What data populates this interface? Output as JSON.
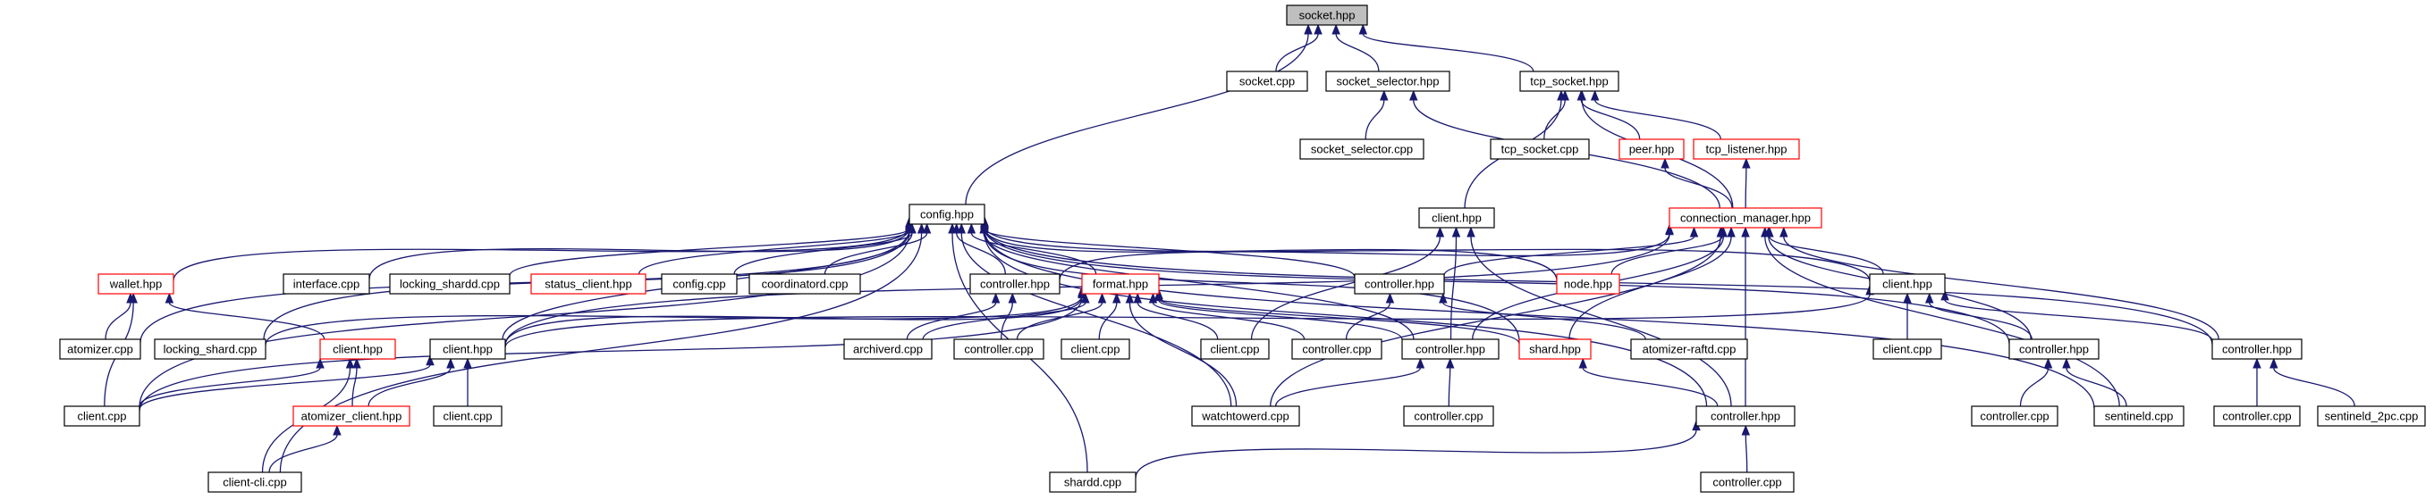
{
  "graph": {
    "nodes": [
      {
        "id": "socket_hpp",
        "label": "socket.hpp",
        "style": "root"
      },
      {
        "id": "socket_cpp",
        "label": "socket.cpp",
        "style": "normal"
      },
      {
        "id": "socket_selector_hpp",
        "label": "socket_selector.hpp",
        "style": "normal"
      },
      {
        "id": "tcp_socket_hpp",
        "label": "tcp_socket.hpp",
        "style": "normal"
      },
      {
        "id": "socket_selector_cpp",
        "label": "socket_selector.cpp",
        "style": "normal"
      },
      {
        "id": "tcp_socket_cpp",
        "label": "tcp_socket.cpp",
        "style": "normal"
      },
      {
        "id": "peer_hpp",
        "label": "peer.hpp",
        "style": "red"
      },
      {
        "id": "tcp_listener_hpp",
        "label": "tcp_listener.hpp",
        "style": "red"
      },
      {
        "id": "config_hpp",
        "label": "config.hpp",
        "style": "normal"
      },
      {
        "id": "client_hpp_top",
        "label": "client.hpp",
        "style": "normal"
      },
      {
        "id": "connection_manager_hpp",
        "label": "connection_manager.hpp",
        "style": "red"
      },
      {
        "id": "wallet_hpp",
        "label": "wallet.hpp",
        "style": "red"
      },
      {
        "id": "interface_cpp",
        "label": "interface.cpp",
        "style": "normal"
      },
      {
        "id": "locking_shardd_cpp",
        "label": "locking_shardd.cpp",
        "style": "normal"
      },
      {
        "id": "status_client_hpp",
        "label": "status_client.hpp",
        "style": "red"
      },
      {
        "id": "config_cpp",
        "label": "config.cpp",
        "style": "normal"
      },
      {
        "id": "coordinatord_cpp",
        "label": "coordinatord.cpp",
        "style": "normal"
      },
      {
        "id": "controller_hpp_a",
        "label": "controller.hpp",
        "style": "normal"
      },
      {
        "id": "format_hpp",
        "label": "format.hpp",
        "style": "red"
      },
      {
        "id": "controller_hpp_b",
        "label": "controller.hpp",
        "style": "normal"
      },
      {
        "id": "node_hpp",
        "label": "node.hpp",
        "style": "red"
      },
      {
        "id": "client_hpp_right",
        "label": "client.hpp",
        "style": "normal"
      },
      {
        "id": "atomizer_cpp",
        "label": "atomizer.cpp",
        "style": "normal"
      },
      {
        "id": "locking_shard_cpp",
        "label": "locking_shard.cpp",
        "style": "normal"
      },
      {
        "id": "client_hpp_red",
        "label": "client.hpp",
        "style": "red"
      },
      {
        "id": "client_hpp_mid",
        "label": "client.hpp",
        "style": "normal"
      },
      {
        "id": "archiverd_cpp",
        "label": "archiverd.cpp",
        "style": "normal"
      },
      {
        "id": "controller_cpp_a",
        "label": "controller.cpp",
        "style": "normal"
      },
      {
        "id": "client_cpp_a",
        "label": "client.cpp",
        "style": "normal"
      },
      {
        "id": "client_cpp_b",
        "label": "client.cpp",
        "style": "normal"
      },
      {
        "id": "controller_cpp_b",
        "label": "controller.cpp",
        "style": "normal"
      },
      {
        "id": "controller_hpp_c",
        "label": "controller.hpp",
        "style": "normal"
      },
      {
        "id": "shard_hpp",
        "label": "shard.hpp",
        "style": "red"
      },
      {
        "id": "atomizer_raftd_cpp",
        "label": "atomizer-raftd.cpp",
        "style": "normal"
      },
      {
        "id": "client_cpp_c",
        "label": "client.cpp",
        "style": "normal"
      },
      {
        "id": "controller_hpp_d",
        "label": "controller.hpp",
        "style": "normal"
      },
      {
        "id": "controller_hpp_e",
        "label": "controller.hpp",
        "style": "normal"
      },
      {
        "id": "client_cpp_left",
        "label": "client.cpp",
        "style": "normal"
      },
      {
        "id": "atomizer_client_hpp",
        "label": "atomizer_client.hpp",
        "style": "red"
      },
      {
        "id": "client_cpp_mid",
        "label": "client.cpp",
        "style": "normal"
      },
      {
        "id": "watchtowerd_cpp",
        "label": "watchtowerd.cpp",
        "style": "normal"
      },
      {
        "id": "controller_cpp_c",
        "label": "controller.cpp",
        "style": "normal"
      },
      {
        "id": "controller_hpp_f",
        "label": "controller.hpp",
        "style": "normal"
      },
      {
        "id": "controller_cpp_d",
        "label": "controller.cpp",
        "style": "normal"
      },
      {
        "id": "sentineld_cpp",
        "label": "sentineld.cpp",
        "style": "normal"
      },
      {
        "id": "controller_cpp_e",
        "label": "controller.cpp",
        "style": "normal"
      },
      {
        "id": "sentineld_2pc_cpp",
        "label": "sentineld_2pc.cpp",
        "style": "normal"
      },
      {
        "id": "client_cli_cpp",
        "label": "client-cli.cpp",
        "style": "normal"
      },
      {
        "id": "shardd_cpp",
        "label": "shardd.cpp",
        "style": "normal"
      },
      {
        "id": "controller_cpp_f",
        "label": "controller.cpp",
        "style": "normal"
      }
    ],
    "edges": [
      [
        "socket_cpp",
        "socket_hpp"
      ],
      [
        "socket_selector_hpp",
        "socket_hpp"
      ],
      [
        "tcp_socket_hpp",
        "socket_hpp"
      ],
      [
        "config_hpp",
        "socket_hpp"
      ],
      [
        "socket_selector_cpp",
        "socket_selector_hpp"
      ],
      [
        "connection_manager_hpp",
        "socket_selector_hpp"
      ],
      [
        "tcp_socket_cpp",
        "tcp_socket_hpp"
      ],
      [
        "peer_hpp",
        "tcp_socket_hpp"
      ],
      [
        "tcp_listener_hpp",
        "tcp_socket_hpp"
      ],
      [
        "client_hpp_top",
        "tcp_socket_hpp"
      ],
      [
        "connection_manager_hpp",
        "tcp_socket_hpp"
      ],
      [
        "connection_manager_hpp",
        "peer_hpp"
      ],
      [
        "connection_manager_hpp",
        "tcp_listener_hpp"
      ],
      [
        "wallet_hpp",
        "config_hpp"
      ],
      [
        "interface_cpp",
        "config_hpp"
      ],
      [
        "locking_shardd_cpp",
        "config_hpp"
      ],
      [
        "status_client_hpp",
        "config_hpp"
      ],
      [
        "config_cpp",
        "config_hpp"
      ],
      [
        "coordinatord_cpp",
        "config_hpp"
      ],
      [
        "controller_hpp_a",
        "config_hpp"
      ],
      [
        "format_hpp",
        "config_hpp"
      ],
      [
        "controller_hpp_b",
        "config_hpp"
      ],
      [
        "node_hpp",
        "config_hpp"
      ],
      [
        "client_hpp_right",
        "config_hpp"
      ],
      [
        "atomizer_cpp",
        "config_hpp"
      ],
      [
        "locking_shard_cpp",
        "config_hpp"
      ],
      [
        "client_cpp_left",
        "config_hpp"
      ],
      [
        "client_cli_cpp",
        "config_hpp"
      ],
      [
        "controller_hpp_c",
        "config_hpp"
      ],
      [
        "shard_hpp",
        "config_hpp"
      ],
      [
        "controller_hpp_d",
        "config_hpp"
      ],
      [
        "controller_hpp_e",
        "config_hpp"
      ],
      [
        "controller_hpp_f",
        "config_hpp"
      ],
      [
        "sentineld_cpp",
        "config_hpp"
      ],
      [
        "watchtowerd_cpp",
        "config_hpp"
      ],
      [
        "shardd_cpp",
        "config_hpp"
      ],
      [
        "client_hpp_mid",
        "config_hpp"
      ],
      [
        "client_cpp_b",
        "client_hpp_top"
      ],
      [
        "controller_hpp_c",
        "client_hpp_top"
      ],
      [
        "controller_hpp_f",
        "client_hpp_top"
      ],
      [
        "controller_hpp_a",
        "connection_manager_hpp"
      ],
      [
        "controller_hpp_b",
        "connection_manager_hpp"
      ],
      [
        "node_hpp",
        "connection_manager_hpp"
      ],
      [
        "client_hpp_right",
        "connection_manager_hpp"
      ],
      [
        "controller_hpp_c",
        "connection_manager_hpp"
      ],
      [
        "shard_hpp",
        "connection_manager_hpp"
      ],
      [
        "controller_hpp_d",
        "connection_manager_hpp"
      ],
      [
        "controller_hpp_e",
        "connection_manager_hpp"
      ],
      [
        "controller_hpp_f",
        "connection_manager_hpp"
      ],
      [
        "watchtowerd_cpp",
        "connection_manager_hpp"
      ],
      [
        "sentineld_cpp",
        "connection_manager_hpp"
      ],
      [
        "client_hpp_mid",
        "connection_manager_hpp"
      ],
      [
        "atomizer_cpp",
        "wallet_hpp"
      ],
      [
        "client_cpp_left",
        "wallet_hpp"
      ],
      [
        "client_hpp_red",
        "wallet_hpp"
      ],
      [
        "archiverd_cpp",
        "controller_hpp_a"
      ],
      [
        "controller_cpp_a",
        "controller_hpp_a"
      ],
      [
        "archiverd_cpp",
        "format_hpp"
      ],
      [
        "controller_cpp_a",
        "format_hpp"
      ],
      [
        "client_cpp_a",
        "format_hpp"
      ],
      [
        "client_cpp_b",
        "format_hpp"
      ],
      [
        "controller_cpp_b",
        "format_hpp"
      ],
      [
        "controller_hpp_c",
        "format_hpp"
      ],
      [
        "shard_hpp",
        "format_hpp"
      ],
      [
        "watchtowerd_cpp",
        "format_hpp"
      ],
      [
        "locking_shard_cpp",
        "format_hpp"
      ],
      [
        "client_hpp_mid",
        "format_hpp"
      ],
      [
        "client_cpp_left",
        "format_hpp"
      ],
      [
        "controller_cpp_b",
        "controller_hpp_b"
      ],
      [
        "atomizer_raftd_cpp",
        "controller_hpp_b"
      ],
      [
        "client_cpp_c",
        "client_hpp_right"
      ],
      [
        "controller_hpp_e",
        "client_hpp_right"
      ],
      [
        "controller_hpp_d",
        "client_hpp_right"
      ],
      [
        "client_hpp_mid",
        "client_hpp_right"
      ],
      [
        "client_cpp_left",
        "client_hpp_red"
      ],
      [
        "atomizer_client_hpp",
        "client_hpp_red"
      ],
      [
        "client_cli_cpp",
        "client_hpp_red"
      ],
      [
        "client_cpp_left",
        "client_hpp_mid"
      ],
      [
        "client_cpp_mid",
        "client_hpp_mid"
      ],
      [
        "atomizer_client_hpp",
        "client_hpp_mid"
      ],
      [
        "watchtowerd_cpp",
        "controller_hpp_c"
      ],
      [
        "controller_cpp_c",
        "controller_hpp_c"
      ],
      [
        "controller_hpp_f",
        "shard_hpp"
      ],
      [
        "controller_cpp_d",
        "controller_hpp_d"
      ],
      [
        "sentineld_cpp",
        "controller_hpp_d"
      ],
      [
        "controller_cpp_e",
        "controller_hpp_e"
      ],
      [
        "sentineld_2pc_cpp",
        "controller_hpp_e"
      ],
      [
        "client_cli_cpp",
        "atomizer_client_hpp"
      ],
      [
        "shardd_cpp",
        "controller_hpp_f"
      ],
      [
        "controller_cpp_f",
        "controller_hpp_f"
      ]
    ]
  }
}
